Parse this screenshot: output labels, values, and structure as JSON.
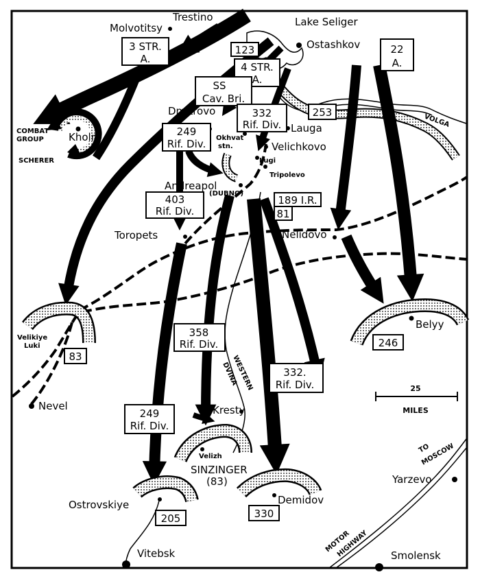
{
  "places": {
    "trestino": "Trestino",
    "lake_seliger": "Lake Seliger",
    "molvotitsy": "Molvotitsy",
    "ostashkov": "Ostashkov",
    "dmitrovo": "Dmitrovo",
    "kholm": "Kholm",
    "lauga": "Lauga",
    "okhvat": "Okhvat",
    "okhvat_stn": "stn.",
    "velichkovo": "Velichkovo",
    "lugi": "Lugi",
    "tripolevo": "Tripolevo",
    "andreapol": "Andreapol",
    "dubno": "(DUBNO)",
    "toropets": "Toropets",
    "nelidovo": "Nelidovo",
    "velikiye": "Velikiye",
    "luki": "Luki",
    "belyy": "Belyy",
    "nevel": "Nevel",
    "kresty": "Kresty",
    "velizh": "Velizh",
    "sinzinger": "SINZINGER",
    "sinzinger_num": "(83)",
    "demidov": "Demidov",
    "yarzevo": "Yarzevo",
    "ostrovskiye": "Ostrovskiye",
    "vitebsk": "Vitebsk",
    "smolensk": "Smolensk"
  },
  "features": {
    "volga": "VOLGA",
    "western": "WESTERN",
    "dvina": "DVINA",
    "motor": "MOTOR",
    "highway": "HIGHWAY",
    "to": "TO",
    "moscow": "MOSCOW",
    "combat": "COMBAT",
    "group": "GROUP",
    "scherer": "SCHERER"
  },
  "soviet_units": {
    "str3_a": "3 STR.",
    "str3_b": "A.",
    "str4_a": "4 STR.",
    "str4_b": "A.",
    "a22_a": "22",
    "a22_b": "A.",
    "ss_a": "SS",
    "ss_b": "Cav. Bri.",
    "div332a_a": "332",
    "div332a_b": "Rif. Div.",
    "div249a_a": "249",
    "div249a_b": "Rif. Div.",
    "div403_a": "403",
    "div403_b": "Rif. Div.",
    "ir189_a": "189 I.R.",
    "ir189_b": "81",
    "div358_a": "358",
    "div358_b": "Rif. Div.",
    "div332b_a": "332.",
    "div332b_b": "Rif. Div.",
    "div249b_a": "249",
    "div249b_b": "Rif. Div."
  },
  "german_units": {
    "u123": "123",
    "u253": "253",
    "u83": "83",
    "u246": "246",
    "u330": "330",
    "u205": "205"
  },
  "scale": {
    "value": "25",
    "unit": "MILES"
  }
}
